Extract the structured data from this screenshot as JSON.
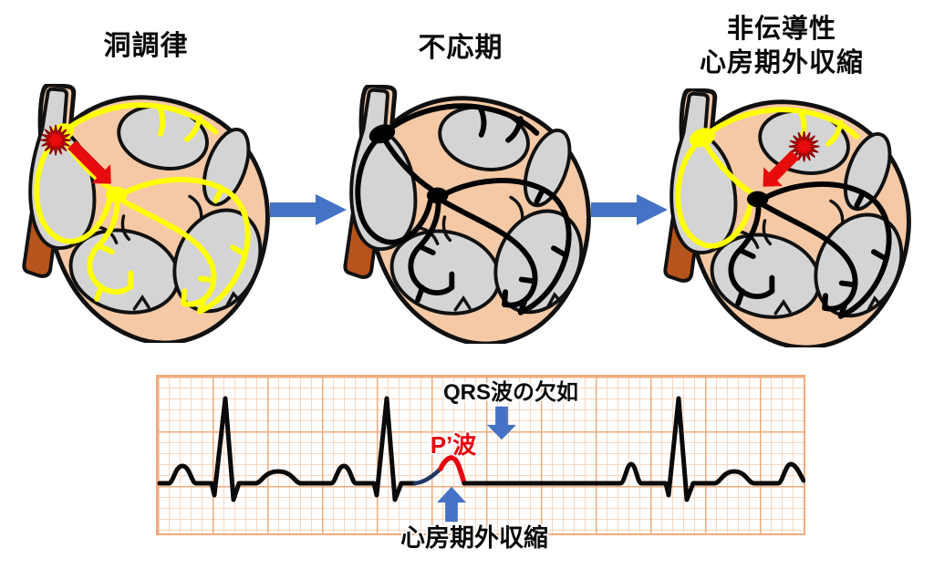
{
  "panels": [
    {
      "title": "洞調律",
      "state": "sinus-rhythm"
    },
    {
      "title": "不応期",
      "state": "refractory-period"
    },
    {
      "title": "非伝導性\n心房期外収縮",
      "state": "non-conducted-pac"
    }
  ],
  "ecg": {
    "labels": {
      "qrs_absent": "QRS波の欠如",
      "p_prime": "P’波",
      "pac": "心房期外収縮"
    },
    "waveform_sequence": [
      "P",
      "QRS",
      "T",
      "P",
      "QRS",
      "P' (premature, blocked)",
      "pause - no QRS",
      "P",
      "QRS",
      "T",
      "P"
    ]
  },
  "icons": {
    "flow_arrow": "right-arrow",
    "qrs_absent_pointer": "down-arrow",
    "pac_pointer": "up-arrow",
    "ectopic_focus": "starburst",
    "impulse": "thick-diagonal-arrow"
  },
  "colors": {
    "wall": "#F5C9A5",
    "chamber": "#D4D4D4",
    "outline": "#111111",
    "conduction_active": "#FFFF00",
    "conduction_refractory": "#000000",
    "ectopic_red": "#E80B0B",
    "arrow_blue": "#4472C4",
    "pprime_navy": "#1F3864",
    "pprime_red": "#E8000D",
    "ecg_trace": "#0A0A0A",
    "grid_minor": "#F8D8BF",
    "grid_major": "#F0AC7C",
    "vessel_brown": "#B5541C"
  }
}
